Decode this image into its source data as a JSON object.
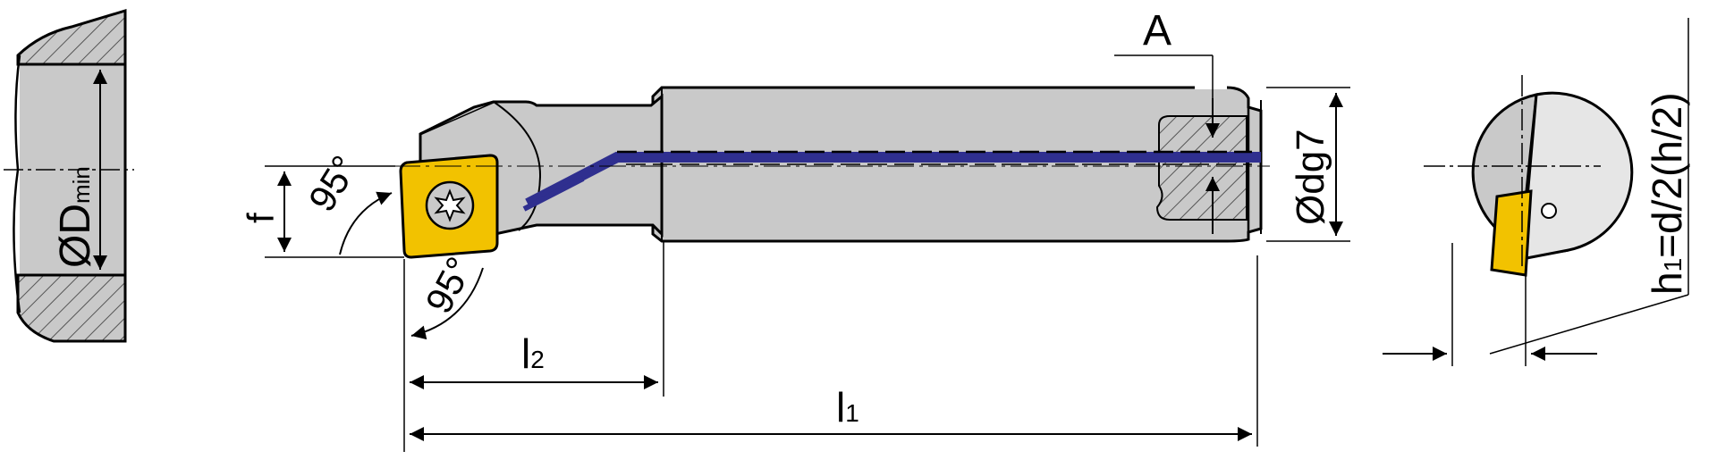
{
  "labels": {
    "d_min_prefix": "ØD",
    "d_min_sub": "min",
    "angle_top": "95°",
    "angle_bottom": "95°",
    "f": "f",
    "l2_main": "l",
    "l2_sub": "2",
    "l1_main": "l",
    "l1_sub": "1",
    "a": "A",
    "dg7": "Ødg7",
    "h1_main": "h",
    "h1_sub": "1",
    "h1_rest": "=d/2(h/2)"
  },
  "colors": {
    "body": "#c9c9c9",
    "body_dark": "#a8a8a8",
    "insert": "#f2c200",
    "coolant": "#2f2f8f",
    "line": "#000000"
  }
}
